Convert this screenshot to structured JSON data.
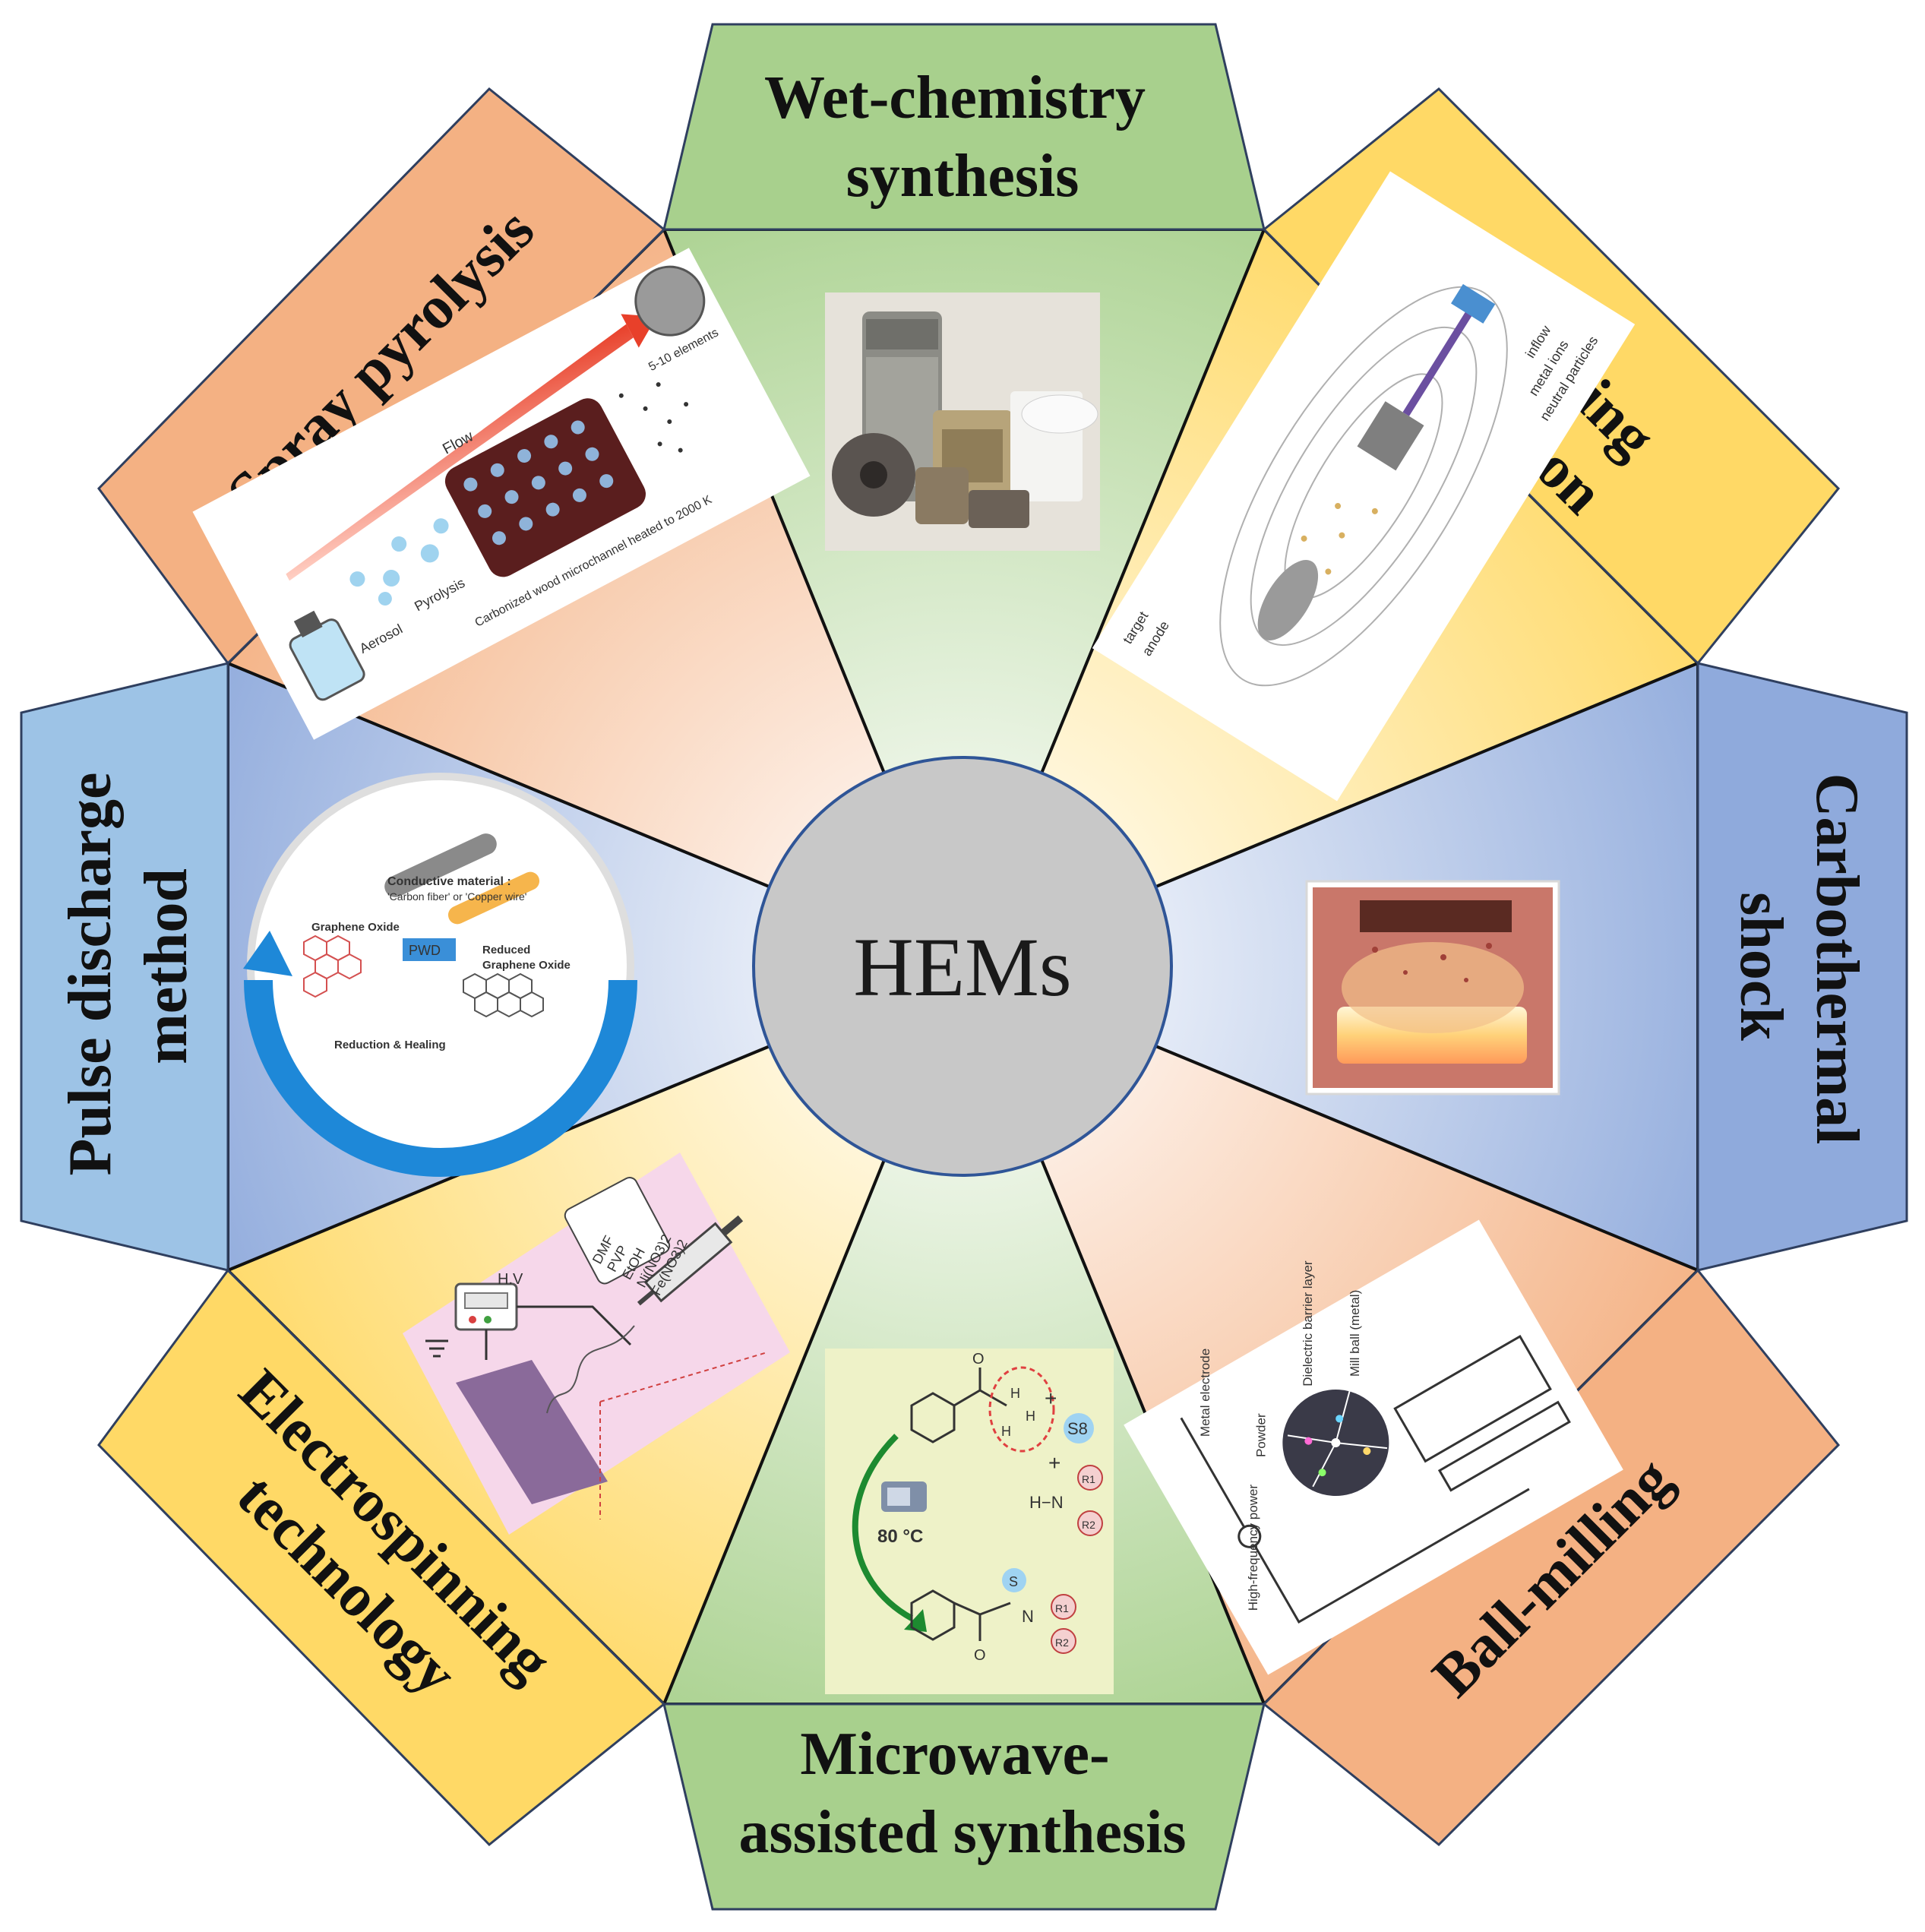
{
  "center": {
    "label": "HEMs"
  },
  "methods": [
    {
      "id": "wet",
      "label_lines": [
        "Wet-chemistry",
        "synthesis"
      ]
    },
    {
      "id": "sputter",
      "label_lines": [
        "Sputtering",
        "deposition"
      ]
    },
    {
      "id": "carbo",
      "label_lines": [
        "Carbothermal",
        "shock"
      ]
    },
    {
      "id": "ball",
      "label_lines": [
        "Ball-milling"
      ]
    },
    {
      "id": "micro",
      "label_lines": [
        "Microwave-",
        "assisted synthesis"
      ]
    },
    {
      "id": "electro",
      "label_lines": [
        "Electrospinning",
        "technology"
      ]
    },
    {
      "id": "pulse",
      "label_lines": [
        "Pulse discharge",
        "method"
      ]
    },
    {
      "id": "spray",
      "label_lines": [
        "Spray pyrolysis"
      ]
    }
  ],
  "insets": {
    "spray": {
      "flow": "Flow",
      "aerosol": "Aerosol",
      "pyrolysis": "Pyrolysis",
      "channel": "Carbonized wood microchannel heated to 2000 K",
      "elements": "5-10 elements"
    },
    "sputter": {
      "t1": "target",
      "t2": "anode",
      "t3": "metal ions",
      "t4": "neutral particles",
      "t5": "inflow"
    },
    "pulse": {
      "conductive": "Conductive material :",
      "wires": "'Carbon fiber' or 'Copper wire'",
      "go": "Graphene Oxide",
      "pwd": "PWD",
      "reduced1": "Reduced",
      "reduced2": "Graphene Oxide",
      "healing": "Reduction & Healing"
    },
    "electro": {
      "hv": "H.V",
      "r1": "DMF",
      "r2": "PVP",
      "r3": "EtOH",
      "r4": "Ni(NO3)2",
      "r5": "Fe(NO3)2"
    },
    "micro": {
      "s8": "S8",
      "sulfur": "S",
      "temp": "80 °C",
      "h": "H",
      "hn": "H−N",
      "n": "N",
      "o": "O",
      "r1": "R1",
      "r2": "R2",
      "plus": "+"
    },
    "ball": {
      "l1": "Metal electrode",
      "l2": "Dielectric barrier layer",
      "l3": "Mill ball (metal)",
      "l4": "Powder",
      "l5": "High-frequency power"
    }
  },
  "colors": {
    "green": "#a8d08d",
    "orange": "#f4b183",
    "yellow": "#ffd966",
    "blue": "#9dc3e6",
    "purple_blue": "#8faadc",
    "circle": "#c8c8c8",
    "circle_stroke": "#2f5597"
  }
}
